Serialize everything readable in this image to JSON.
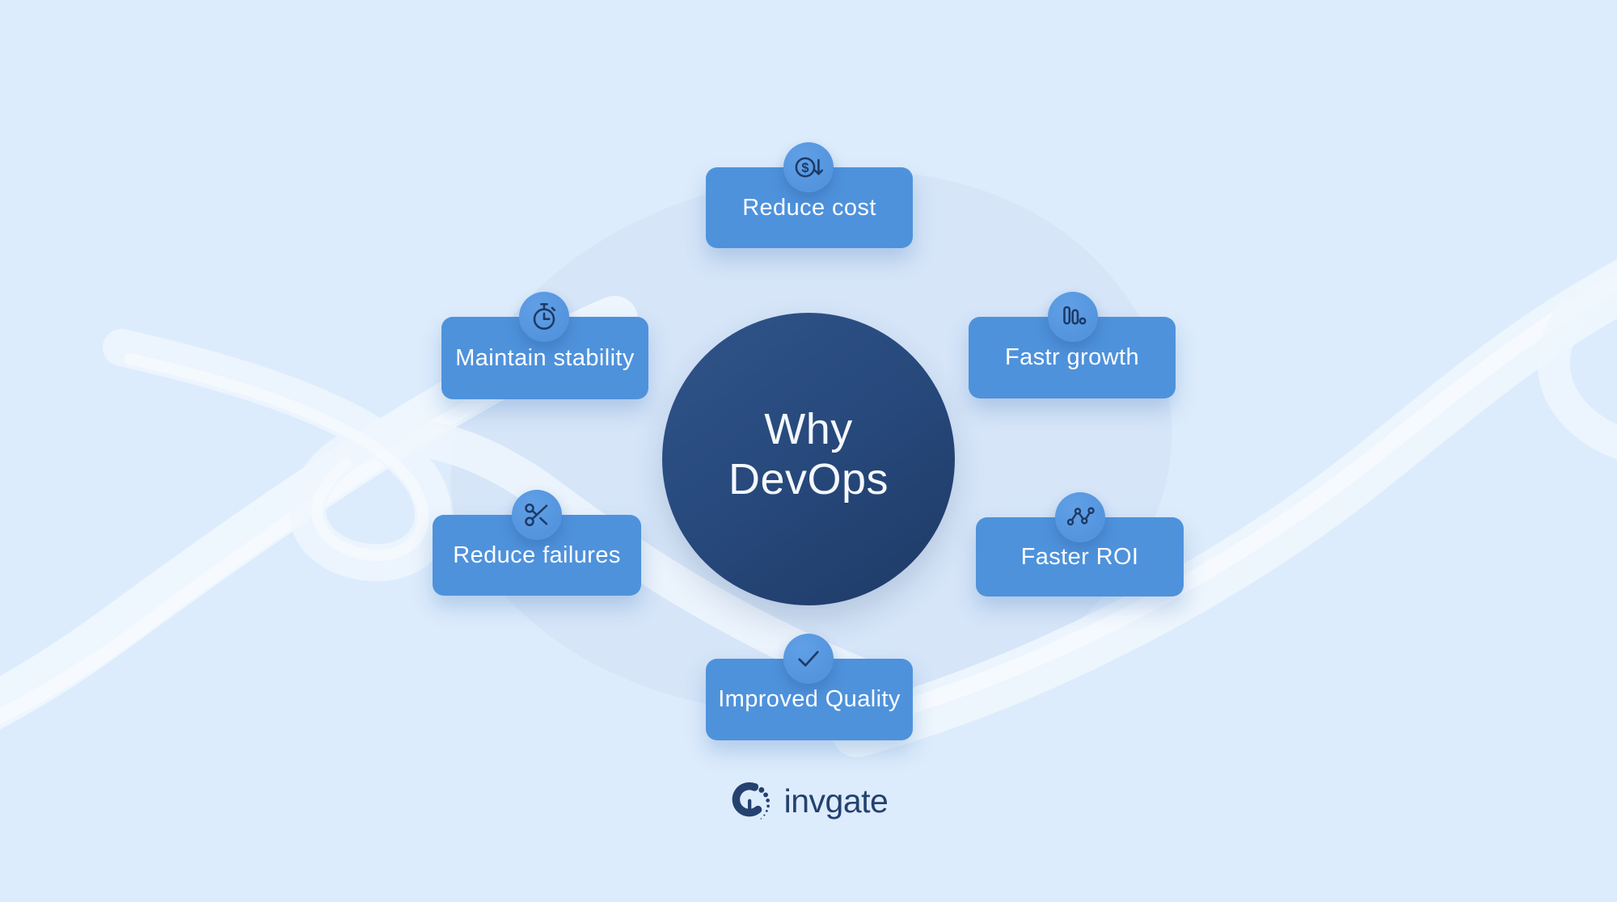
{
  "title": {
    "line1": "Why",
    "line2": "DevOps"
  },
  "benefits": [
    {
      "label": "Reduce cost",
      "icon": "dollar-down-icon"
    },
    {
      "label": "Maintain stability",
      "icon": "stopwatch-icon"
    },
    {
      "label": "Fastr growth",
      "icon": "bar-chart-icon"
    },
    {
      "label": "Reduce failures",
      "icon": "scissors-icon"
    },
    {
      "label": "Faster ROI",
      "icon": "line-chart-icon"
    },
    {
      "label": "Improved Quality",
      "icon": "check-icon"
    }
  ],
  "logo": {
    "text": "invgate"
  },
  "colors": {
    "background": "#ddecfc",
    "blob": "#d6e5f8",
    "swirl": "#f0f7fe",
    "card_blue": "#4e92dc",
    "icon_circle_blue": "#5797e0",
    "center_navy_light": "#30548a",
    "center_navy_dark": "#1e3a66",
    "icon_stroke_navy": "#1d3a66",
    "text_white": "#ffffff",
    "logo_navy": "#24416f"
  }
}
